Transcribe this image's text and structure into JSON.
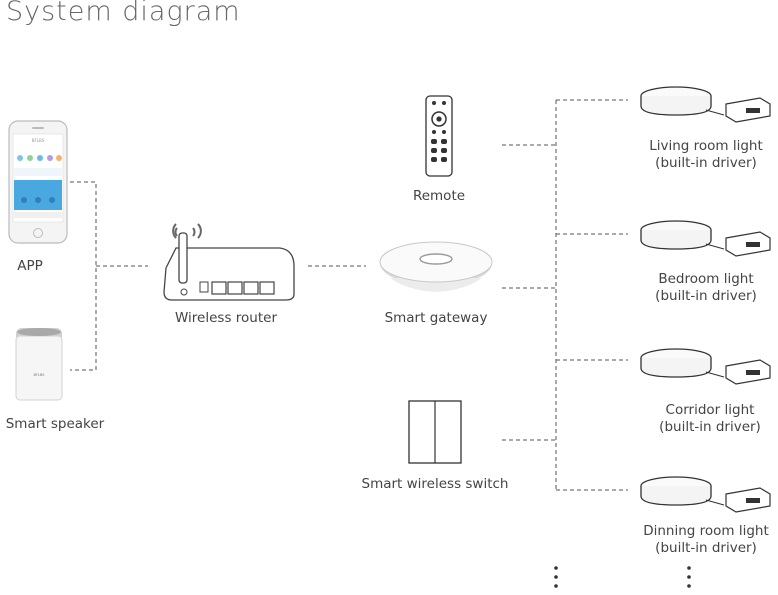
{
  "title": "System diagram",
  "nodes": {
    "app": "APP",
    "speaker": "Smart speaker",
    "router": "Wireless router",
    "remote": "Remote",
    "gateway": "Smart gateway",
    "switch": "Smart wireless switch"
  },
  "lights": [
    {
      "name": "Living room light",
      "note": "(built-in driver)"
    },
    {
      "name": "Bedroom light",
      "note": "(built-in driver)"
    },
    {
      "name": "Corridor light",
      "note": "(built-in driver)"
    },
    {
      "name": "Dinning room light",
      "note": "(built-in driver)"
    }
  ],
  "phone_screen_text": "BFLBS",
  "speaker_text": "BFLBS",
  "more_symbol": "⋮"
}
